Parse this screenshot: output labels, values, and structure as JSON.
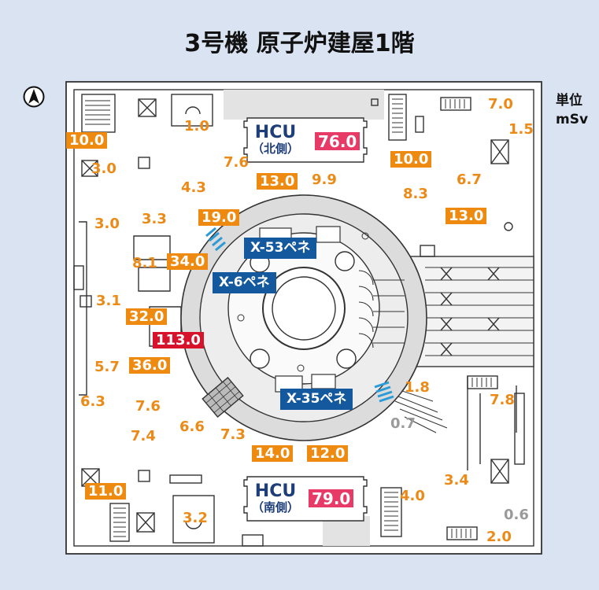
{
  "title": "3号機 原子炉建屋1階",
  "unit_line1": "単位",
  "unit_line2": "mSv",
  "north_icon": "north-arrow-icon",
  "colors": {
    "background": "#d9e3f2",
    "value_text": "#ec8a17",
    "value_box": "#ef8a10",
    "highlight_box": "#d7122b",
    "hcu_box": "#e83a66",
    "penetration": "#14599e",
    "gray_value": "#9a9a9a"
  },
  "hcu": {
    "north_label": "HCU",
    "north_sub": "（北側）",
    "north_value": "76.0",
    "south_label": "HCU",
    "south_sub": "（南側）",
    "south_value": "79.0"
  },
  "penetrations": {
    "x53": "X-53ペネ",
    "x6": "X-6ペネ",
    "x35": "X-35ペネ"
  },
  "plain_values": {
    "v1": "1.0",
    "v2": "7.0",
    "v3": "1.5",
    "v4": "3.0",
    "v5": "7.6",
    "v6": "9.9",
    "v7": "6.7",
    "v8": "4.3",
    "v9": "8.3",
    "v10": "3.0",
    "v11": "3.3",
    "v12": "8.1",
    "v13": "3.1",
    "v14": "5.7",
    "v15": "6.3",
    "v16": "7.6",
    "v17": "6.6",
    "v18": "7.4",
    "v19": "7.3",
    "v20": "1.8",
    "v21": "7.8",
    "v22": "0.7",
    "v23": "3.4",
    "v24": "4.0",
    "v25": "0.6",
    "v26": "3.2",
    "v27": "2.0"
  },
  "boxed_values": {
    "b1": "10.0",
    "b2": "10.0",
    "b3": "13.0",
    "b4": "13.0",
    "b5": "19.0",
    "b6": "34.0",
    "b7": "32.0",
    "b8": "113.0",
    "b9": "36.0",
    "b10": "14.0",
    "b11": "12.0",
    "b12": "11.0"
  }
}
